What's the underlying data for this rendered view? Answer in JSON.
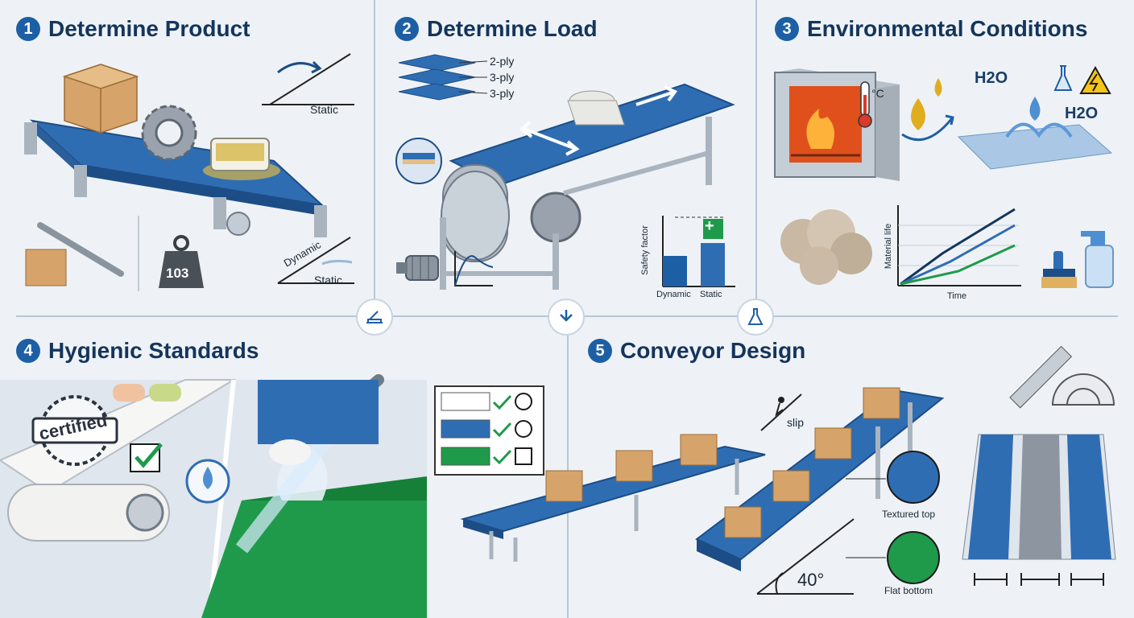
{
  "colors": {
    "navy": "#14355c",
    "belt_blue": "#2f6db3",
    "belt_green": "#1f9a4a",
    "steel": "#a9b4bf",
    "box": "#d6a46a",
    "background": "#eef2f6"
  },
  "panels": {
    "p1": {
      "number": "1",
      "title": "Determine Product",
      "static_top": "Static",
      "dynamic": "Dynamic",
      "static_bottom": "Static",
      "weight": "103"
    },
    "p2": {
      "number": "2",
      "title": "Determine Load",
      "ply_1": "2-ply",
      "ply_2": "3-ply",
      "ply_3": "3-ply",
      "axis_y": "Safety factor",
      "bar_dynamic": "Dynamic",
      "bar_static": "Static",
      "plus": "+"
    },
    "p3": {
      "number": "3",
      "title": "Environmental Conditions",
      "temp_unit": "°C",
      "h2o_1": "H2O",
      "h2o_2": "H2O",
      "axis_y": "Material life",
      "axis_x": "Time"
    },
    "p4": {
      "number": "4",
      "title": "Hygienic Standards",
      "stamp": "certified"
    },
    "p5": {
      "number": "5",
      "title": "Conveyor Design",
      "slip": "slip",
      "textured": "Textured top",
      "flat": "Flat bottom",
      "angle": "40°"
    }
  },
  "icons": [
    "press-icon",
    "chevron-down-icon",
    "flask-icon",
    "thermometer-icon",
    "oil-drop-icon",
    "water-drop-icon",
    "warning-icon",
    "spray-bottle-icon",
    "brush-icon",
    "checkmark-icon",
    "ruler-icon",
    "protractor-icon",
    "motor-icon"
  ]
}
